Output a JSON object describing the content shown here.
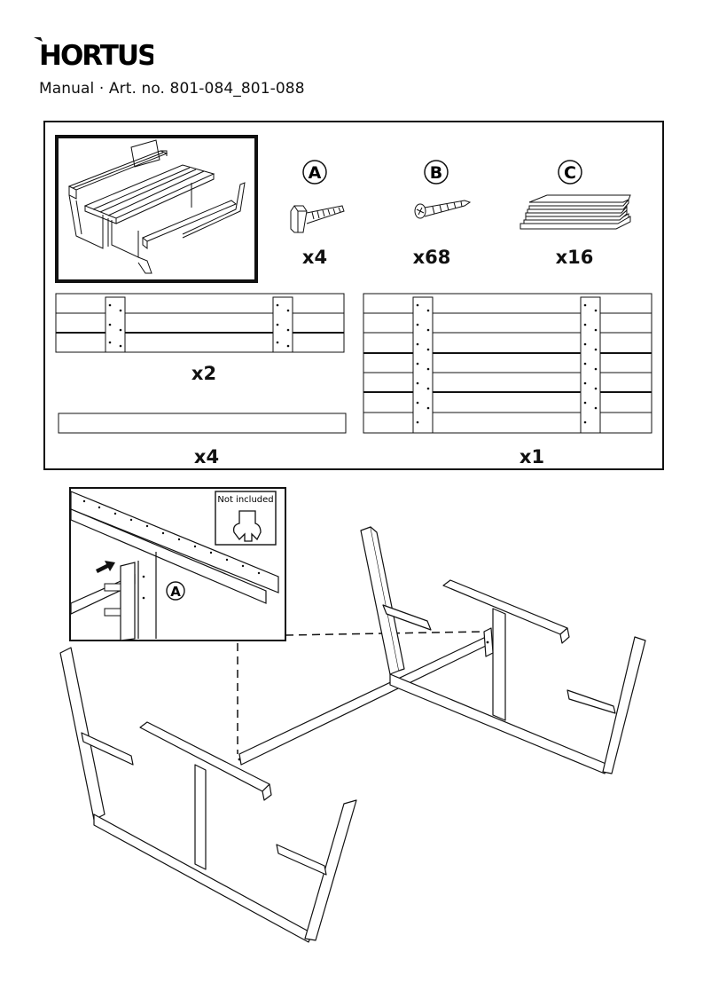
{
  "header": {
    "brand": "HORTUS",
    "subtitle": "Manual · Art. no. 801-084_801-088"
  },
  "parts": [
    {
      "letter": "A",
      "name": "hex-bolt",
      "quantity": "x4"
    },
    {
      "letter": "B",
      "name": "wood-screw",
      "quantity": "x68"
    },
    {
      "letter": "C",
      "name": "spacer-plates",
      "quantity": "x16"
    }
  ],
  "panels": {
    "bench_panel_quantity": "x2",
    "batten_quantity": "x4",
    "table_top_quantity": "x1"
  },
  "detail": {
    "not_included": "Not included",
    "bolt_letter": "A"
  },
  "colors": {
    "line": "#111111",
    "background": "#ffffff"
  }
}
